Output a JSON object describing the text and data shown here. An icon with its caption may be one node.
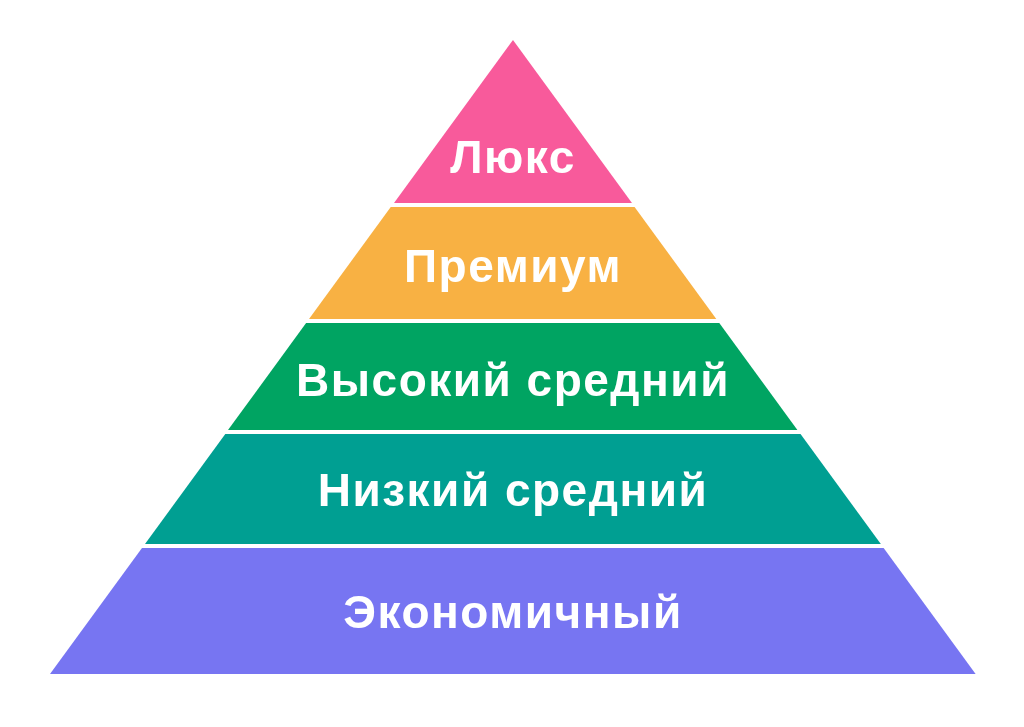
{
  "diagram": {
    "nodes": [
      {
        "text": [
          "Люкс"
        ]
      },
      {
        "text": [
          "Премиум"
        ]
      },
      {
        "text": [
          "Высокий средний"
        ]
      },
      {
        "text": [
          "Низкий средний"
        ]
      },
      {
        "text": [
          "Экономичный"
        ]
      }
    ]
  }
}
